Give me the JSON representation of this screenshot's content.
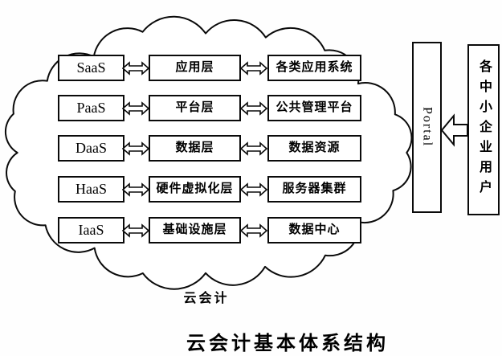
{
  "diagram": {
    "caption": "云会计",
    "title": "云会计基本体系结构",
    "portal_label": "Portal",
    "users_label": "各中小企业用户",
    "rows": [
      {
        "service": "SaaS",
        "layer": "应用层",
        "resource": "各类应用系统"
      },
      {
        "service": "PaaS",
        "layer": "平台层",
        "resource": "公共管理平台"
      },
      {
        "service": "DaaS",
        "layer": "数据层",
        "resource": "数据资源"
      },
      {
        "service": "HaaS",
        "layer": "硬件虚拟化层",
        "resource": "服务器集群"
      },
      {
        "service": "IaaS",
        "layer": "基础设施层",
        "resource": "数据中心"
      }
    ],
    "colors": {
      "ink": "#0a0a0a",
      "background": "#ffffff"
    }
  }
}
